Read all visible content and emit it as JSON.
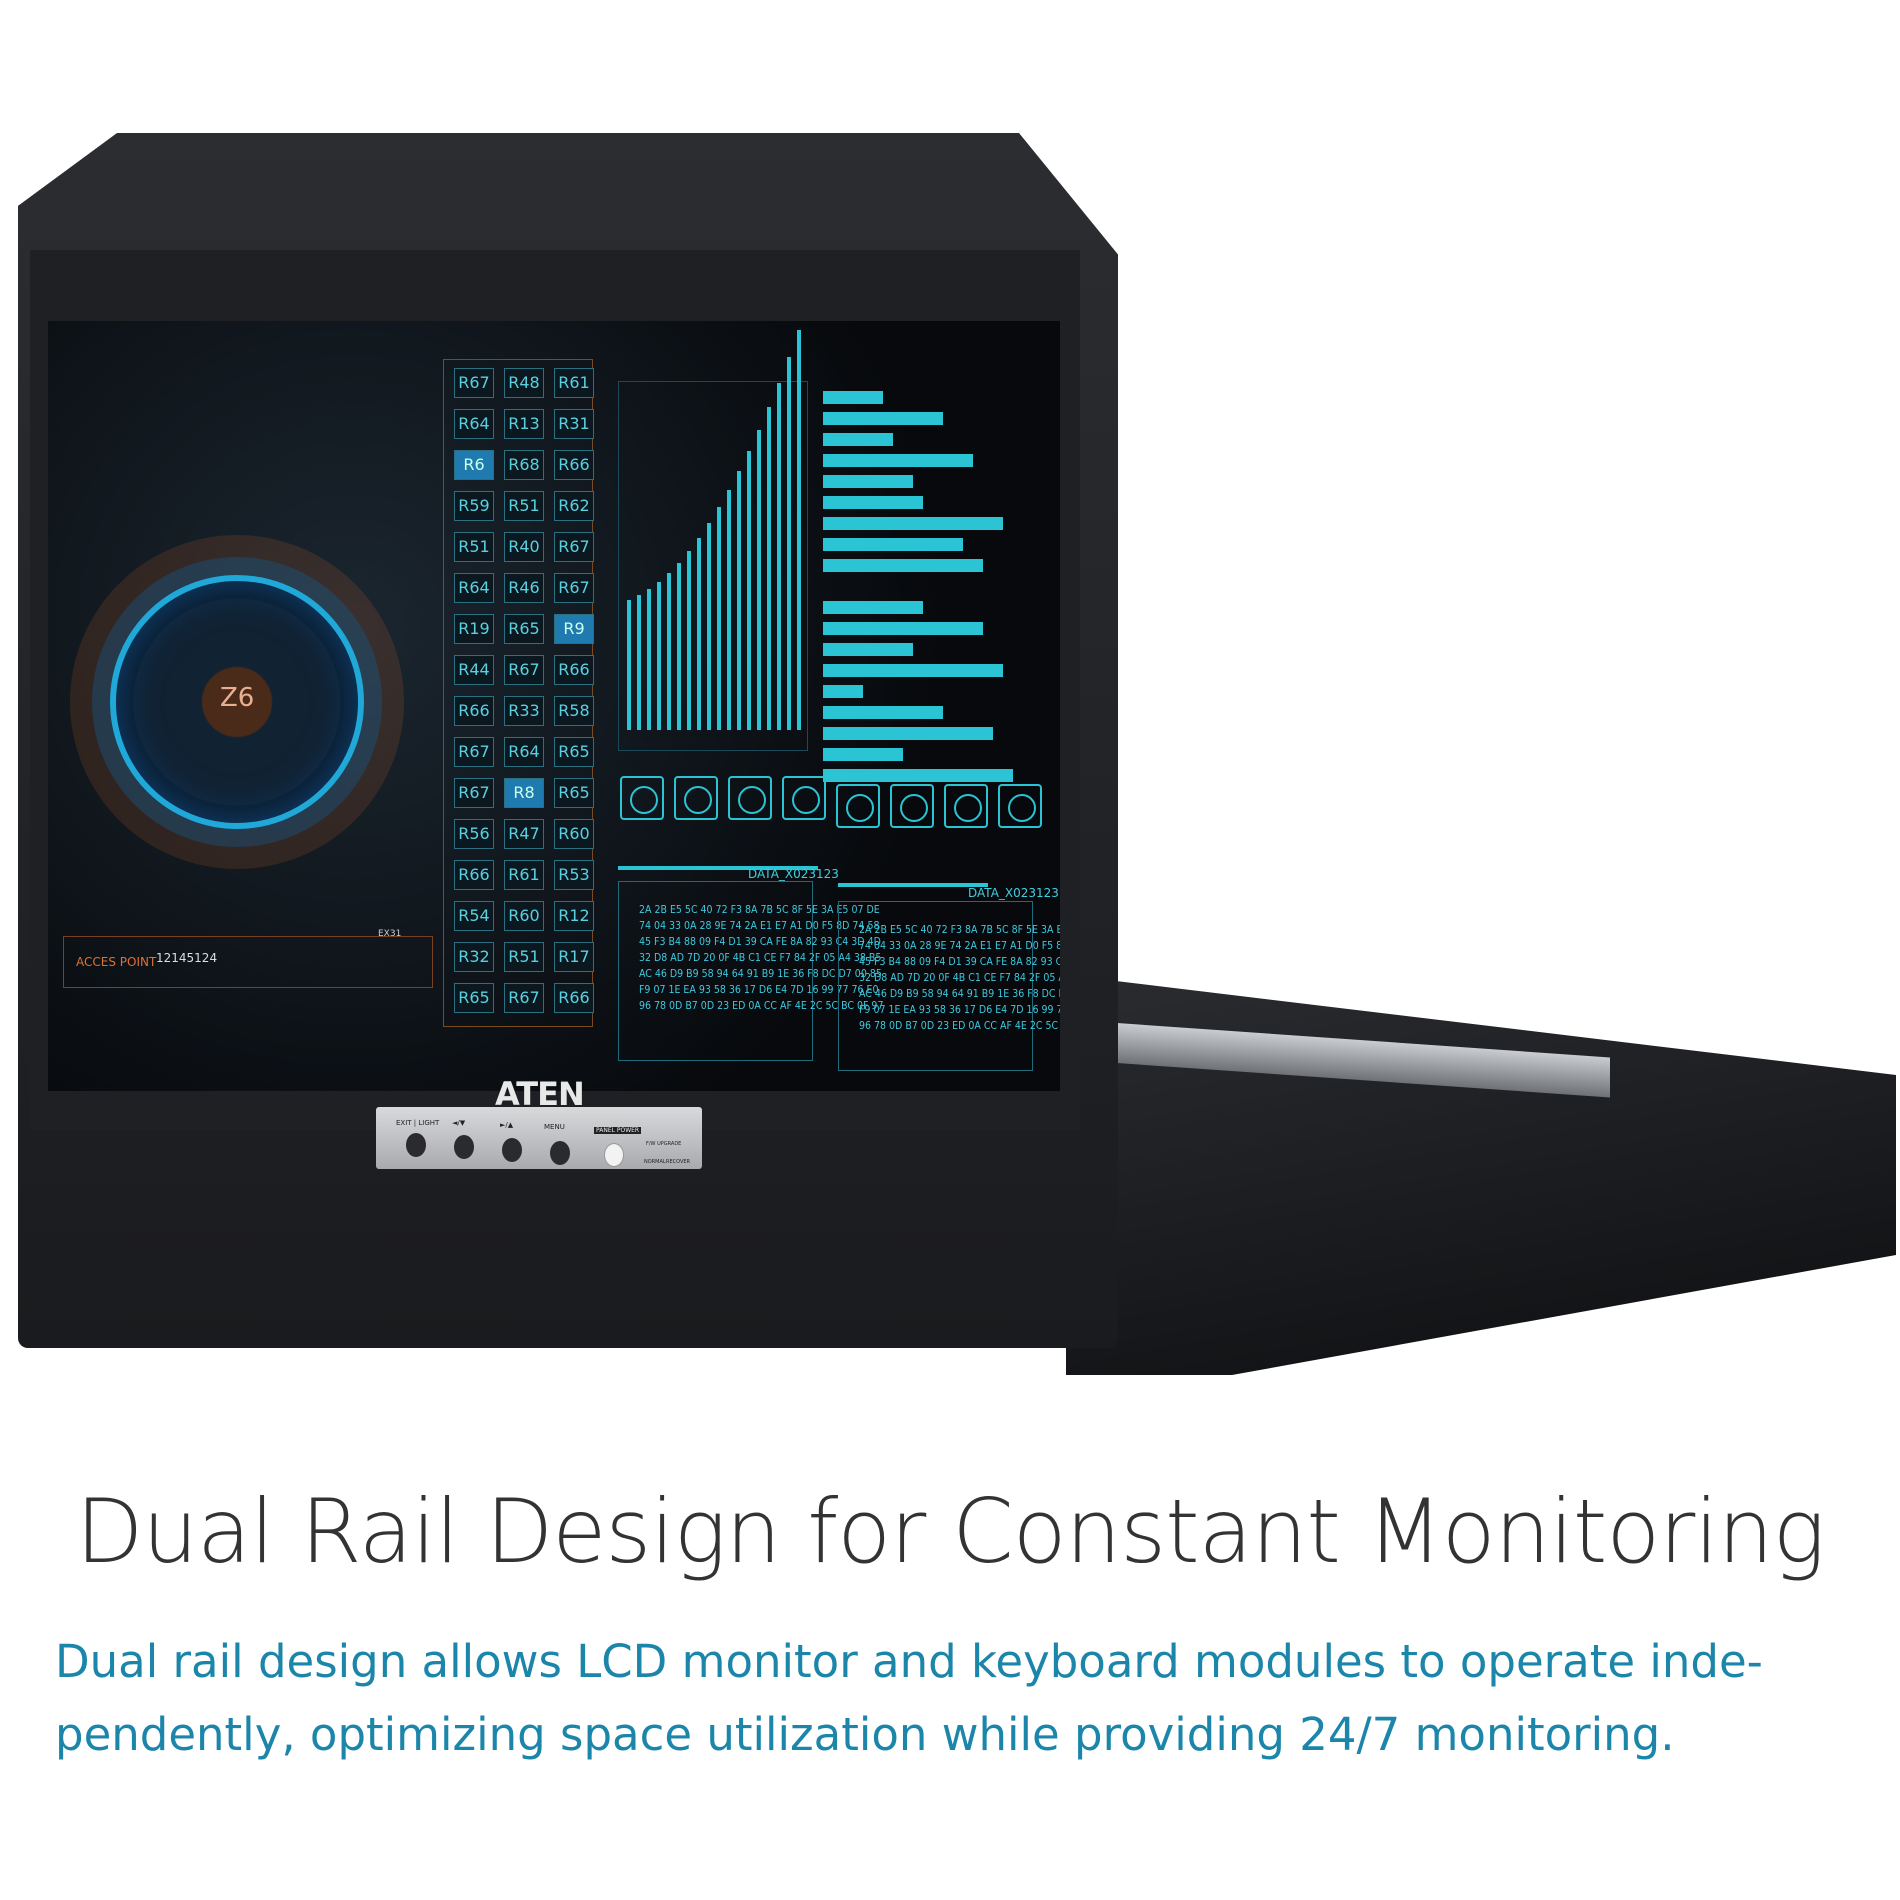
{
  "product": {
    "brand_logo": "ATEN",
    "control_panel": {
      "exit_light": "EXIT | LIGHT",
      "left_down": "◄/▼",
      "right_up": "►/▲",
      "menu": "MENU",
      "panel_power": "PANEL POWER",
      "fw_upgrade": "F/W UPGRADE",
      "normal": "NORMAL",
      "recover": "RECOVER"
    },
    "screen": {
      "radar_label": "Z6",
      "access_point_label": "ACCES POINT",
      "access_point_value": "12145124",
      "radar_tag": "EX31",
      "rack_labels": [
        [
          "R67",
          "R48",
          "R61"
        ],
        [
          "R64",
          "R13",
          "R31"
        ],
        [
          "R6",
          "R68",
          "R66"
        ],
        [
          "R59",
          "R51",
          "R62"
        ],
        [
          "R51",
          "R40",
          "R67"
        ],
        [
          "R64",
          "R46",
          "R67"
        ],
        [
          "R19",
          "R65",
          "R9"
        ],
        [
          "R44",
          "R67",
          "R66"
        ],
        [
          "R66",
          "R33",
          "R58"
        ],
        [
          "R67",
          "R64",
          "R65"
        ],
        [
          "R67",
          "R8",
          "R65"
        ],
        [
          "R56",
          "R47",
          "R60"
        ],
        [
          "R66",
          "R61",
          "R53"
        ],
        [
          "R54",
          "R60",
          "R12"
        ],
        [
          "R32",
          "R51",
          "R17"
        ],
        [
          "R65",
          "R67",
          "R66"
        ]
      ],
      "data_label_1": "DATA_X023123",
      "data_label_2": "DATA_X023123",
      "hex_block": "2A 2B E5 5C 40 72 F3 8A 7B 5C 8F 5E 3A E5 07 DE\n74 04 33 0A 28 9E 74 2A E1 E7 A1 D0 F5 8D 74 58\n45 F3 B4 88 09 F4 D1 39 CA FE 8A 82 93 C4 3D 4D\n32 D8 AD 7D 20 0F 4B C1 CE F7 84 2F 05 A4 38 B5\nAC 46 D9 B9 58 94 64 91 B9 1E 36 F8 DC D7 00 85\nF9 07 1E EA 93 58 36 17 D6 E4 7D 16 99 77 76 E0\n96 78 0D B7 0D 23 ED 0A CC AF 4E 2C 5C BC 0F 97"
    }
  },
  "heading": "Dual Rail Design for Constant Monitoring",
  "description": {
    "line1": "Dual rail design allows LCD monitor and keyboard modules to operate inde-",
    "line2": "pendently, optimizing space utilization while providing 24/7 monitoring."
  },
  "colors": {
    "accent_text": "#1c86aa",
    "screen_cyan": "#2bc4d4",
    "heading": "#333333"
  }
}
